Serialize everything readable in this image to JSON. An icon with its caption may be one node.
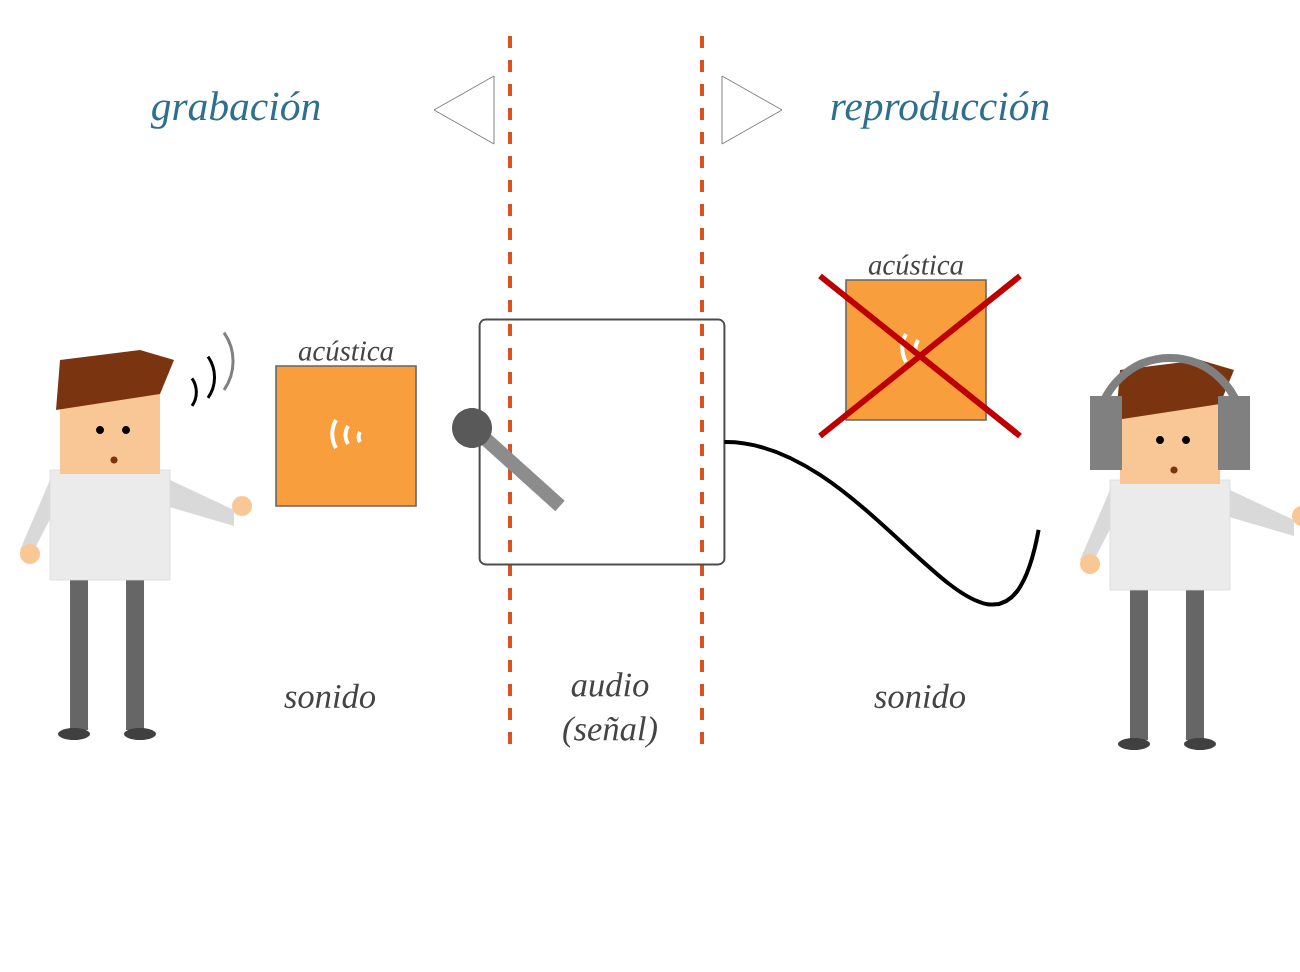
{
  "diagram": {
    "nodes": [
      {
        "text": [],
        "shape": "person"
      },
      {
        "text": [
          "acústica"
        ]
      },
      {
        "text": [],
        "shape": "box"
      },
      {
        "text": [
          "acústica"
        ]
      },
      {
        "text": [],
        "shape": "person"
      }
    ],
    "edges": [
      {
        "from": 2,
        "to": 4,
        "arrow": "none"
      }
    ],
    "labels": [
      "grabación",
      "reproducción",
      "sonido",
      "audio (señal)",
      "sonido"
    ]
  }
}
